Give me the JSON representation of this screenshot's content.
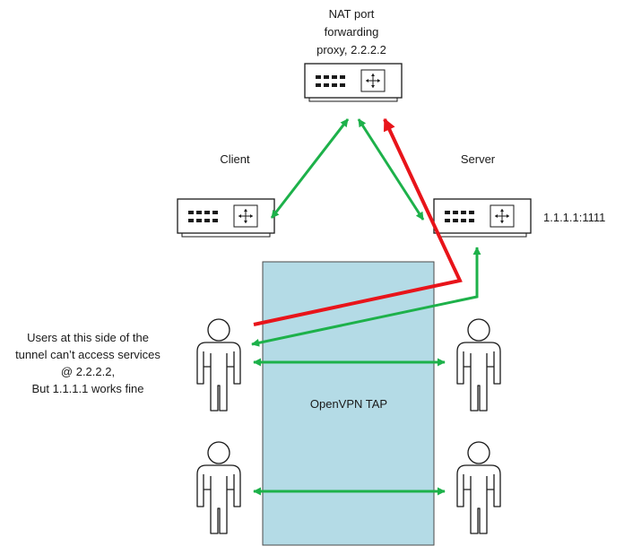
{
  "nodes": {
    "nat_proxy": {
      "label_lines": [
        "NAT port",
        "forwarding",
        "proxy, 2.2.2.2"
      ],
      "icon": "network-switch-icon"
    },
    "client": {
      "label": "Client",
      "icon": "network-switch-icon"
    },
    "server": {
      "label": "Server",
      "icon": "network-switch-icon",
      "address": "1.1.1.1:1111"
    },
    "tunnel": {
      "label": "OpenVPN TAP",
      "fill": "#b4dbe6"
    },
    "users_left": {
      "icon": "person-icon",
      "count": 2
    },
    "users_right": {
      "icon": "person-icon",
      "count": 2
    }
  },
  "note_lines": [
    "Users at this side of the",
    "tunnel can’t access services",
    "@ 2.2.2.2,",
    "But 1.1.1.1 works fine"
  ],
  "colors": {
    "ok_link": "#1db14a",
    "fail_link": "#e8141a",
    "outline": "#1a1a1a",
    "tunnel_fill": "#b4dbe6"
  }
}
